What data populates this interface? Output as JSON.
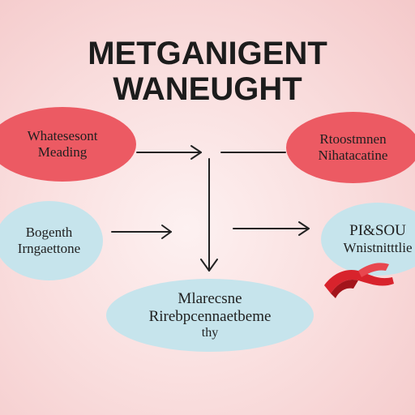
{
  "title": {
    "line1": "METGANIGENT",
    "line2": "WANEUGHT"
  },
  "nodes": {
    "top_left": {
      "line1": "Whatesesont",
      "line2": "Meading"
    },
    "top_right": {
      "line1": "Rtoostmnen",
      "line2": "Nihatacatine"
    },
    "mid_left": {
      "line1": "Bogenth",
      "line2": "Irngaettone"
    },
    "mid_right": {
      "line1": "PI&SOU",
      "line2": "Wnistnitttlie"
    },
    "bottom": {
      "line1": "Mlarecsne",
      "line2": "Rirebpcennaetbeme",
      "line3": "thy"
    }
  },
  "colors": {
    "red_node": "#ec5a63",
    "blue_node": "#c6e4ec",
    "arrow": "#222222",
    "ribbon": "#d8232c"
  },
  "icons": [
    "arrow-right-icon",
    "arrow-down-icon",
    "ribbon-icon"
  ]
}
